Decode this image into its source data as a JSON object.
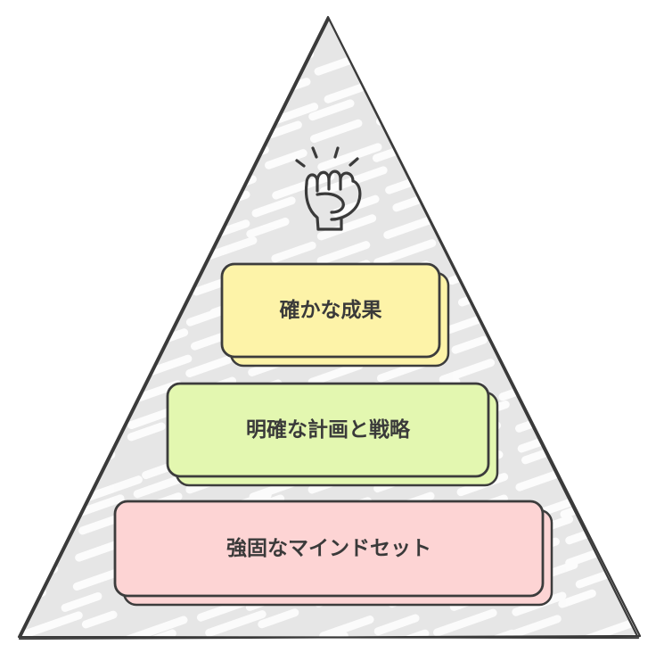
{
  "diagram": {
    "shape": "pyramid",
    "icon": "raised-fist-icon",
    "tiers": [
      {
        "label": "確かな成果",
        "fill": "#fdf3a8",
        "stroke": "#3c3c3c"
      },
      {
        "label": "明確な計画と戦略",
        "fill": "#e3f7b0",
        "stroke": "#3c3c3c"
      },
      {
        "label": "強固なマインドセット",
        "fill": "#fdd4d4",
        "stroke": "#3c3c3c"
      }
    ],
    "colors": {
      "pyramid_fill": "#e6e6e6",
      "pyramid_stroke": "#3a3a3a",
      "hatch": "#ffffff"
    }
  }
}
